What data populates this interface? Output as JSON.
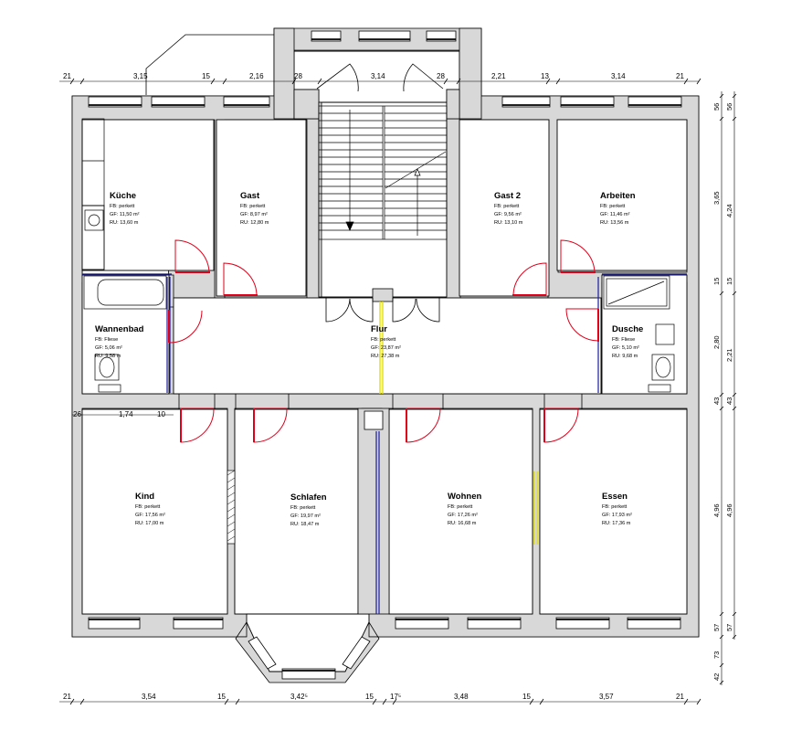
{
  "colors": {
    "wall": "#d8d8d8",
    "outline": "#000000",
    "door": "#e0001a",
    "window": "#1a1aa0",
    "opening": "#ffff00"
  },
  "rooms": [
    {
      "name": "Küche",
      "fb": "FB:    perkett",
      "gf": "GF: 11,50 m²",
      "ru": "RU: 13,60 m"
    },
    {
      "name": "Gast",
      "fb": "FB:    perkett",
      "gf": "GF:   8,97 m²",
      "ru": "RU: 12,80 m"
    },
    {
      "name": "Gast 2",
      "fb": "FB:    perkett",
      "gf": "GF:   9,56 m²",
      "ru": "RU: 13,10 m"
    },
    {
      "name": "Arbeiten",
      "fb": "FB:    perkett",
      "gf": "GF: 11,46 m²",
      "ru": "RU: 13,56 m"
    },
    {
      "name": "Wannenbad",
      "fb": "FB:       Fliese",
      "gf": "GF:       5,06 m²",
      "ru": "RU:       9,58 m"
    },
    {
      "name": "Flur",
      "fb": "FB:    perkett",
      "gf": "GF: 23,87 m²",
      "ru": "RU: 27,38 m"
    },
    {
      "name": "Dusche",
      "fb": "FB:    Fliese",
      "gf": "GF:   5,10 m²",
      "ru": "RU:   9,68 m"
    },
    {
      "name": "Kind",
      "fb": "FB:    perkett",
      "gf": "GF: 17,56 m²",
      "ru": "RU: 17,00 m"
    },
    {
      "name": "Schlafen",
      "fb": "FB:    perkett",
      "gf": "GF: 19,97 m²",
      "ru": "RU: 18,47 m"
    },
    {
      "name": "Wohnen",
      "fb": "FB:    perkett",
      "gf": "GF: 17,26 m²",
      "ru": "RU: 16,68 m"
    },
    {
      "name": "Essen",
      "fb": "FB:    perkett",
      "gf": "GF: 17,93 m²",
      "ru": "RU: 17,36 m"
    }
  ],
  "dimensions": {
    "top": [
      "21",
      "3,15",
      "15",
      "2,16",
      "28",
      "3,14",
      "28",
      "2,21",
      "13",
      "3,14",
      "21"
    ],
    "bottom": [
      "21",
      "3,54",
      "15",
      "3,42⁵",
      "15",
      "17⁵",
      "3,48",
      "15",
      "3,57",
      "21"
    ],
    "inner": [
      "26",
      "1,74",
      "10"
    ],
    "right_outer": [
      "56",
      "3,65",
      "15",
      "2,80",
      "43",
      "4,96",
      "57",
      "73",
      "42"
    ],
    "right_inner": [
      "56",
      "4,24",
      "15",
      "2,21",
      "43",
      "4,96",
      "57"
    ]
  }
}
